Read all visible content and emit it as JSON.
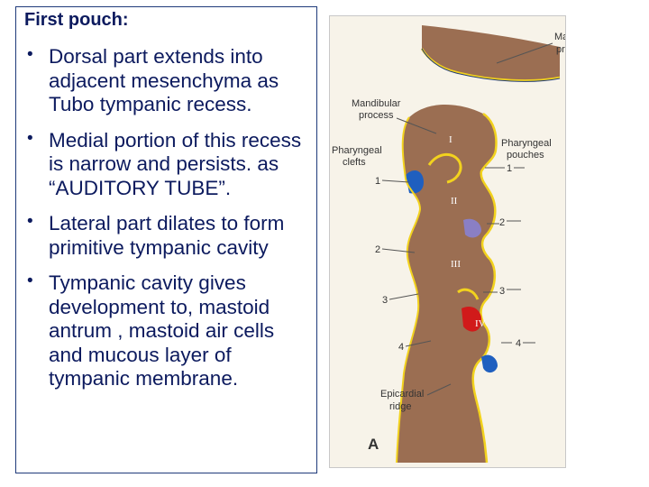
{
  "slide": {
    "heading": "First pouch:",
    "bullets": [
      {
        "text": "Dorsal part extends into adjacent mesenchyma as Tubo tympanic recess."
      },
      {
        "text": "Medial portion of this recess is narrow and persists. as “AUDITORY TUBE”."
      },
      {
        "text": "Lateral part dilates to form primitive tympanic cavity"
      },
      {
        "text": "Tympanic cavity gives development to, mastoid antrum , mastoid air cells and mucous layer of tympanic membrane."
      }
    ],
    "bullet_symbol": "•"
  },
  "figure": {
    "labels": {
      "top_right_1": "Ma",
      "top_right_2": "pr",
      "mandibular_1": "Mandibular",
      "mandibular_2": "process",
      "pharyngeal_clefts_1": "Pharyngeal",
      "pharyngeal_clefts_2": "clefts",
      "pharyngeal_pouches_1": "Pharyngeal",
      "pharyngeal_pouches_2": "pouches",
      "epicardial_1": "Epicardial",
      "epicardial_2": "ridge",
      "panel": "A"
    },
    "arches": [
      "I",
      "II",
      "III",
      "IV"
    ],
    "left_numbers": [
      "1",
      "2",
      "3",
      "4"
    ],
    "right_numbers": [
      "1",
      "2",
      "3",
      "4"
    ],
    "colors": {
      "tissue": "#9b6e52",
      "epithelium": "#f2d21e",
      "pouch_purple": "#8a7fc4",
      "pouch_red": "#d11a1a",
      "pouch_blue": "#1f5fbf",
      "text": "#0c1a5e"
    }
  }
}
